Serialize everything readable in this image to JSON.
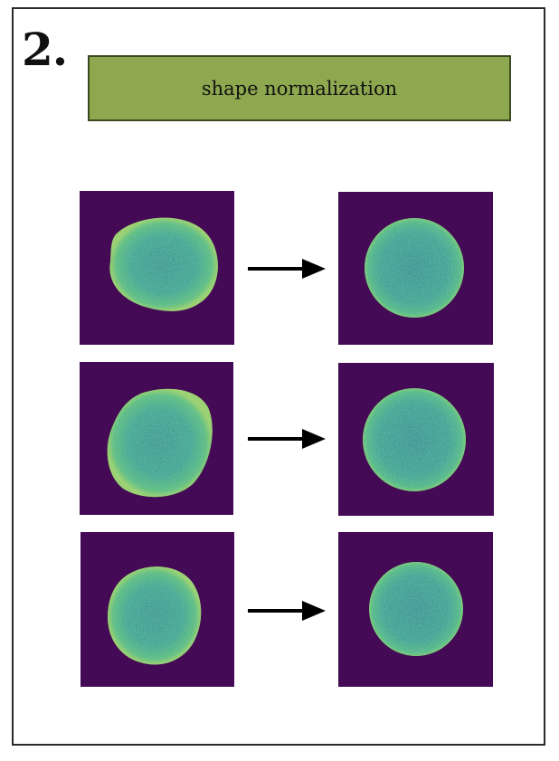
{
  "step": {
    "number": "2."
  },
  "title": {
    "label": "shape normalization"
  },
  "colors": {
    "title_fill": "#8da84e",
    "title_border": "#3d4a1f",
    "image_background": "#440a56",
    "cell_fill": "#3aa58a",
    "cell_rim": "#8fd24a",
    "arrow": "#000000"
  },
  "rows": [
    {
      "before": "irregular rounded cell",
      "after": "circular cell"
    },
    {
      "before": "oval cell",
      "after": "circular cell"
    },
    {
      "before": "lopsided cell",
      "after": "circular cell"
    }
  ]
}
